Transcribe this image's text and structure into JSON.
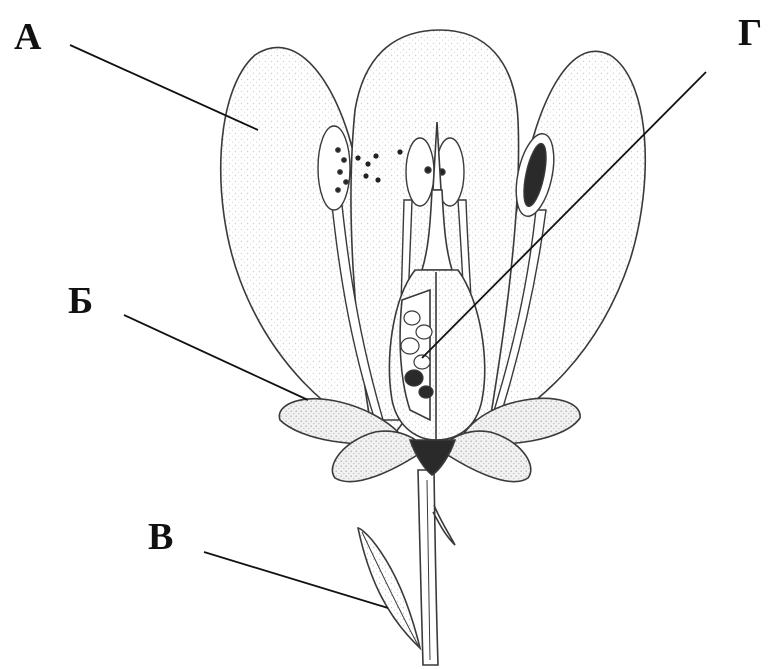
{
  "labels": {
    "a": "А",
    "g": "Г",
    "b": "Б",
    "v": "В"
  },
  "colors": {
    "ink": "#111111",
    "line": "#3a3a3a",
    "shade": "#d6d6d6",
    "background": "#ffffff"
  }
}
